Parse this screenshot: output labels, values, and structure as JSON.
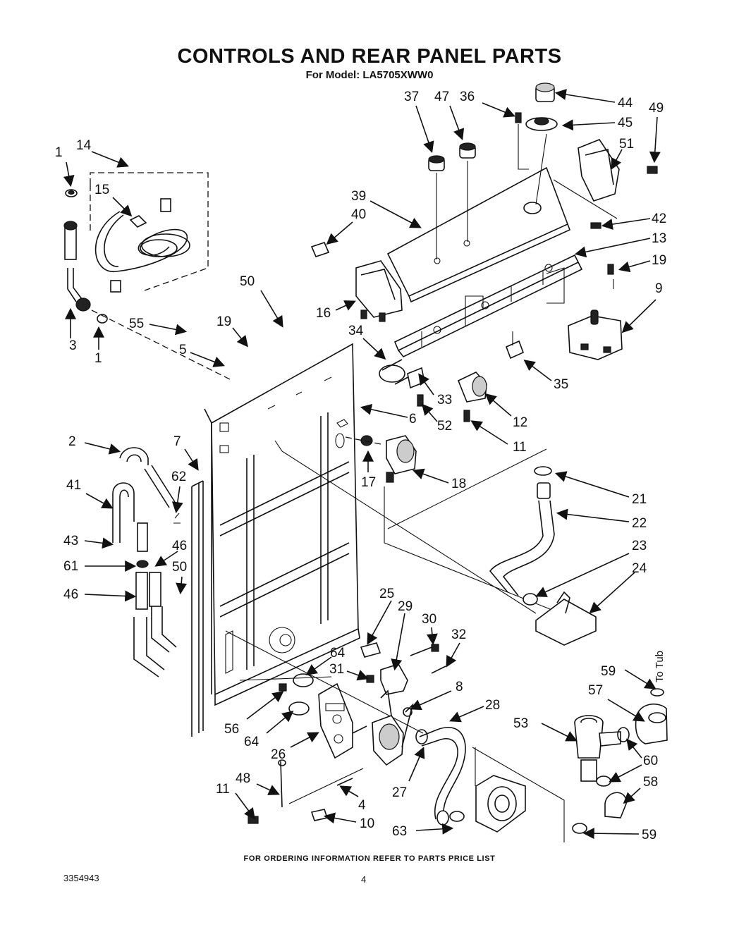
{
  "header": {
    "title": "CONTROLS AND REAR PANEL PARTS",
    "model": "For Model: LA5705XWW0"
  },
  "footer": {
    "ordering_note": "FOR ORDERING INFORMATION REFER TO PARTS PRICE LIST",
    "document_number": "3354943",
    "page_number": "4"
  },
  "diagram": {
    "tub_label": "To Tub",
    "callouts": [
      "1",
      "14",
      "15",
      "3",
      "1",
      "55",
      "19",
      "5",
      "50",
      "2",
      "7",
      "62",
      "41",
      "43",
      "61",
      "46",
      "50",
      "46",
      "37",
      "47",
      "36",
      "44",
      "45",
      "49",
      "51",
      "39",
      "40",
      "42",
      "13",
      "19",
      "9",
      "16",
      "34",
      "35",
      "33",
      "6",
      "52",
      "12",
      "11",
      "17",
      "18",
      "21",
      "22",
      "23",
      "24",
      "25",
      "29",
      "30",
      "32",
      "64",
      "31",
      "8",
      "28",
      "56",
      "64",
      "26",
      "27",
      "53",
      "57",
      "59",
      "60",
      "58",
      "11",
      "48",
      "4",
      "10",
      "63",
      "59"
    ]
  }
}
